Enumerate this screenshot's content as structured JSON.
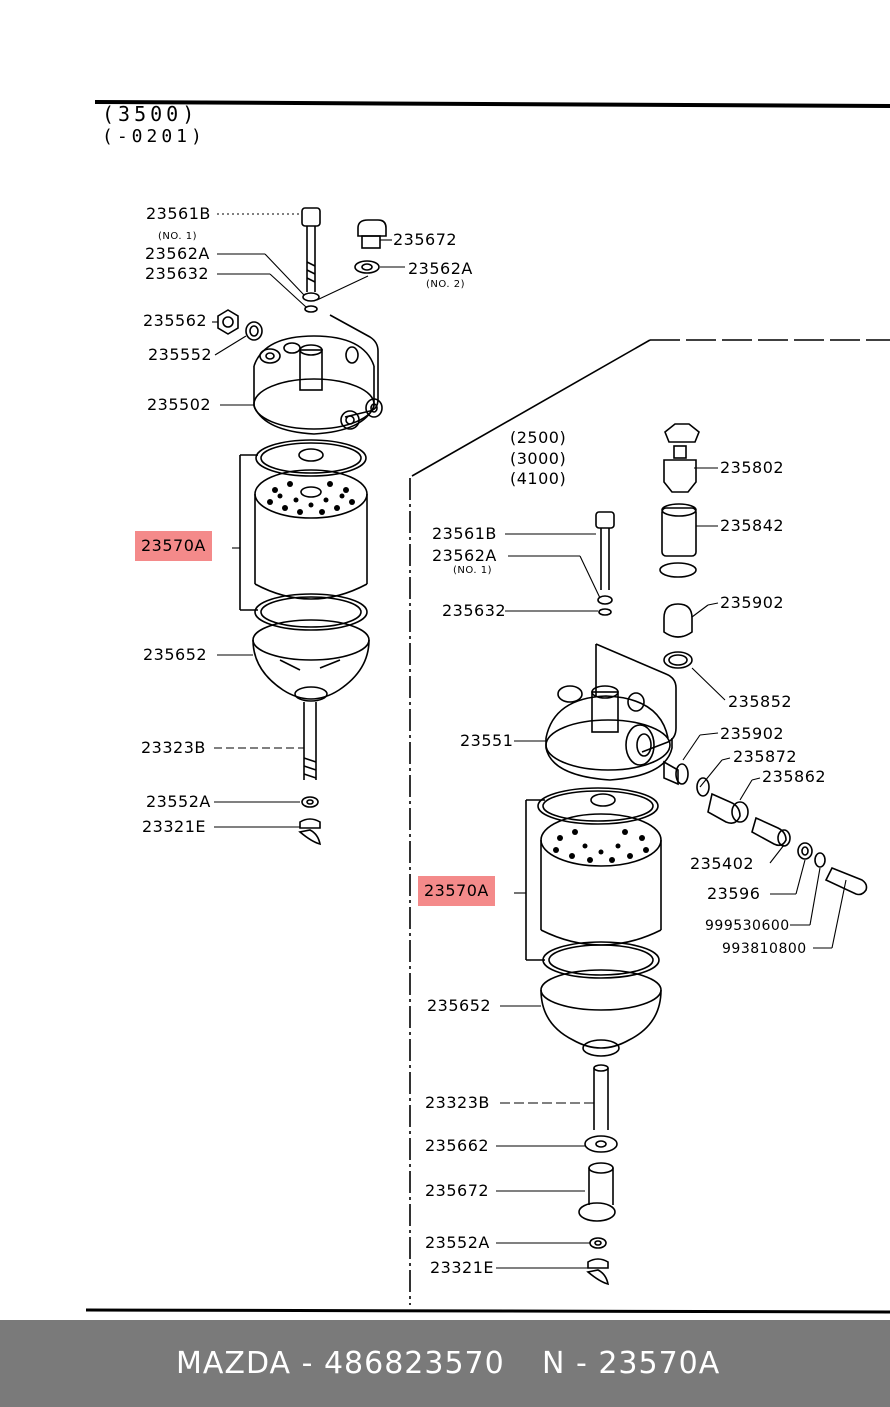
{
  "header": {
    "model": "(3500)",
    "range": "(-0201)"
  },
  "left": {
    "labels": {
      "p23561B": "23561B",
      "no1": "(NO. 1)",
      "p23562A": "23562A",
      "p235632": "235632",
      "p235672": "235672",
      "p23562A_b": "23562A",
      "no2": "(NO. 2)",
      "p235562": "235562",
      "p235552": "235552",
      "p235502": "235502",
      "p23570A": "23570A",
      "p235652": "235652",
      "p23323B": "23323B",
      "p23552A": "23552A",
      "p23321E": "23321E"
    }
  },
  "right": {
    "models": [
      "(2500)",
      "(3000)",
      "(4100)"
    ],
    "labels": {
      "p23561B": "23561B",
      "p23562A": "23562A",
      "no1": "(NO. 1)",
      "p235632": "235632",
      "p235802": "235802",
      "p235842": "235842",
      "p235902": "235902",
      "p235852": "235852",
      "p23551": "23551",
      "p235902_b": "235902",
      "p235872": "235872",
      "p235862": "235862",
      "p235402": "235402",
      "p23596": "23596",
      "p999530600": "999530600",
      "p993810800": "993810800",
      "p23570A": "23570A",
      "p235652": "235652",
      "p23323B": "23323B",
      "p235662": "235662",
      "p235672": "235672",
      "p23552A": "23552A",
      "p23321E": "23321E"
    }
  },
  "footer": {
    "brand_part": "MAZDA - 486823570",
    "ref": "N - 23570A"
  },
  "colors": {
    "highlight": "#f48a8a",
    "footer_bg": "#7a7a7a"
  }
}
